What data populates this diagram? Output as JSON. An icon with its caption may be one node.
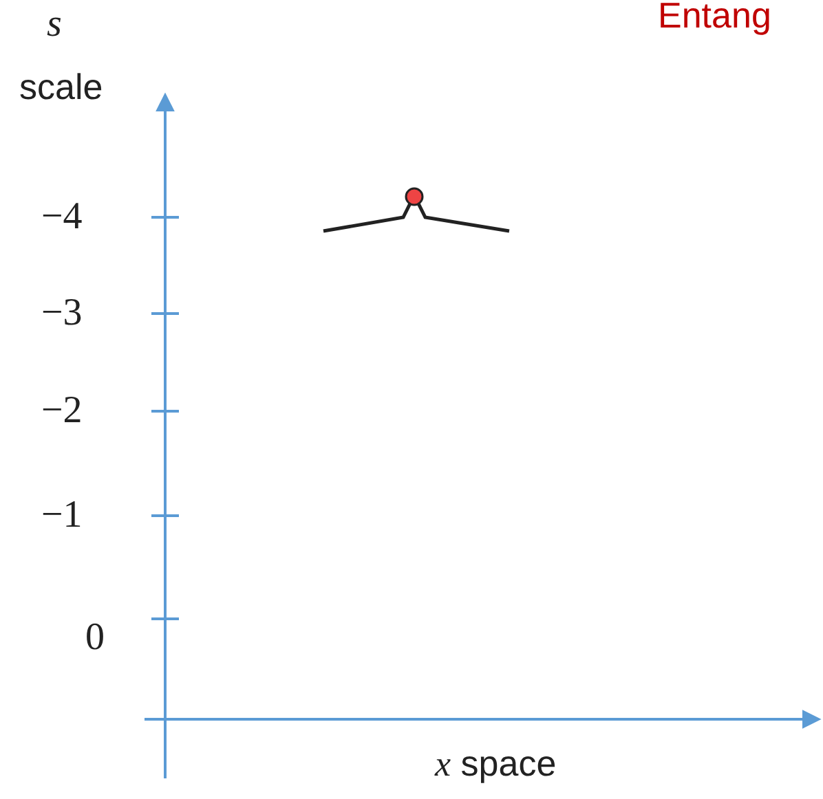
{
  "diagram": {
    "labels": [
      "Entang",
      "s",
      "scale",
      "−4",
      "−3",
      "−2",
      "−1",
      "0",
      "*x* space"
    ]
  }
}
